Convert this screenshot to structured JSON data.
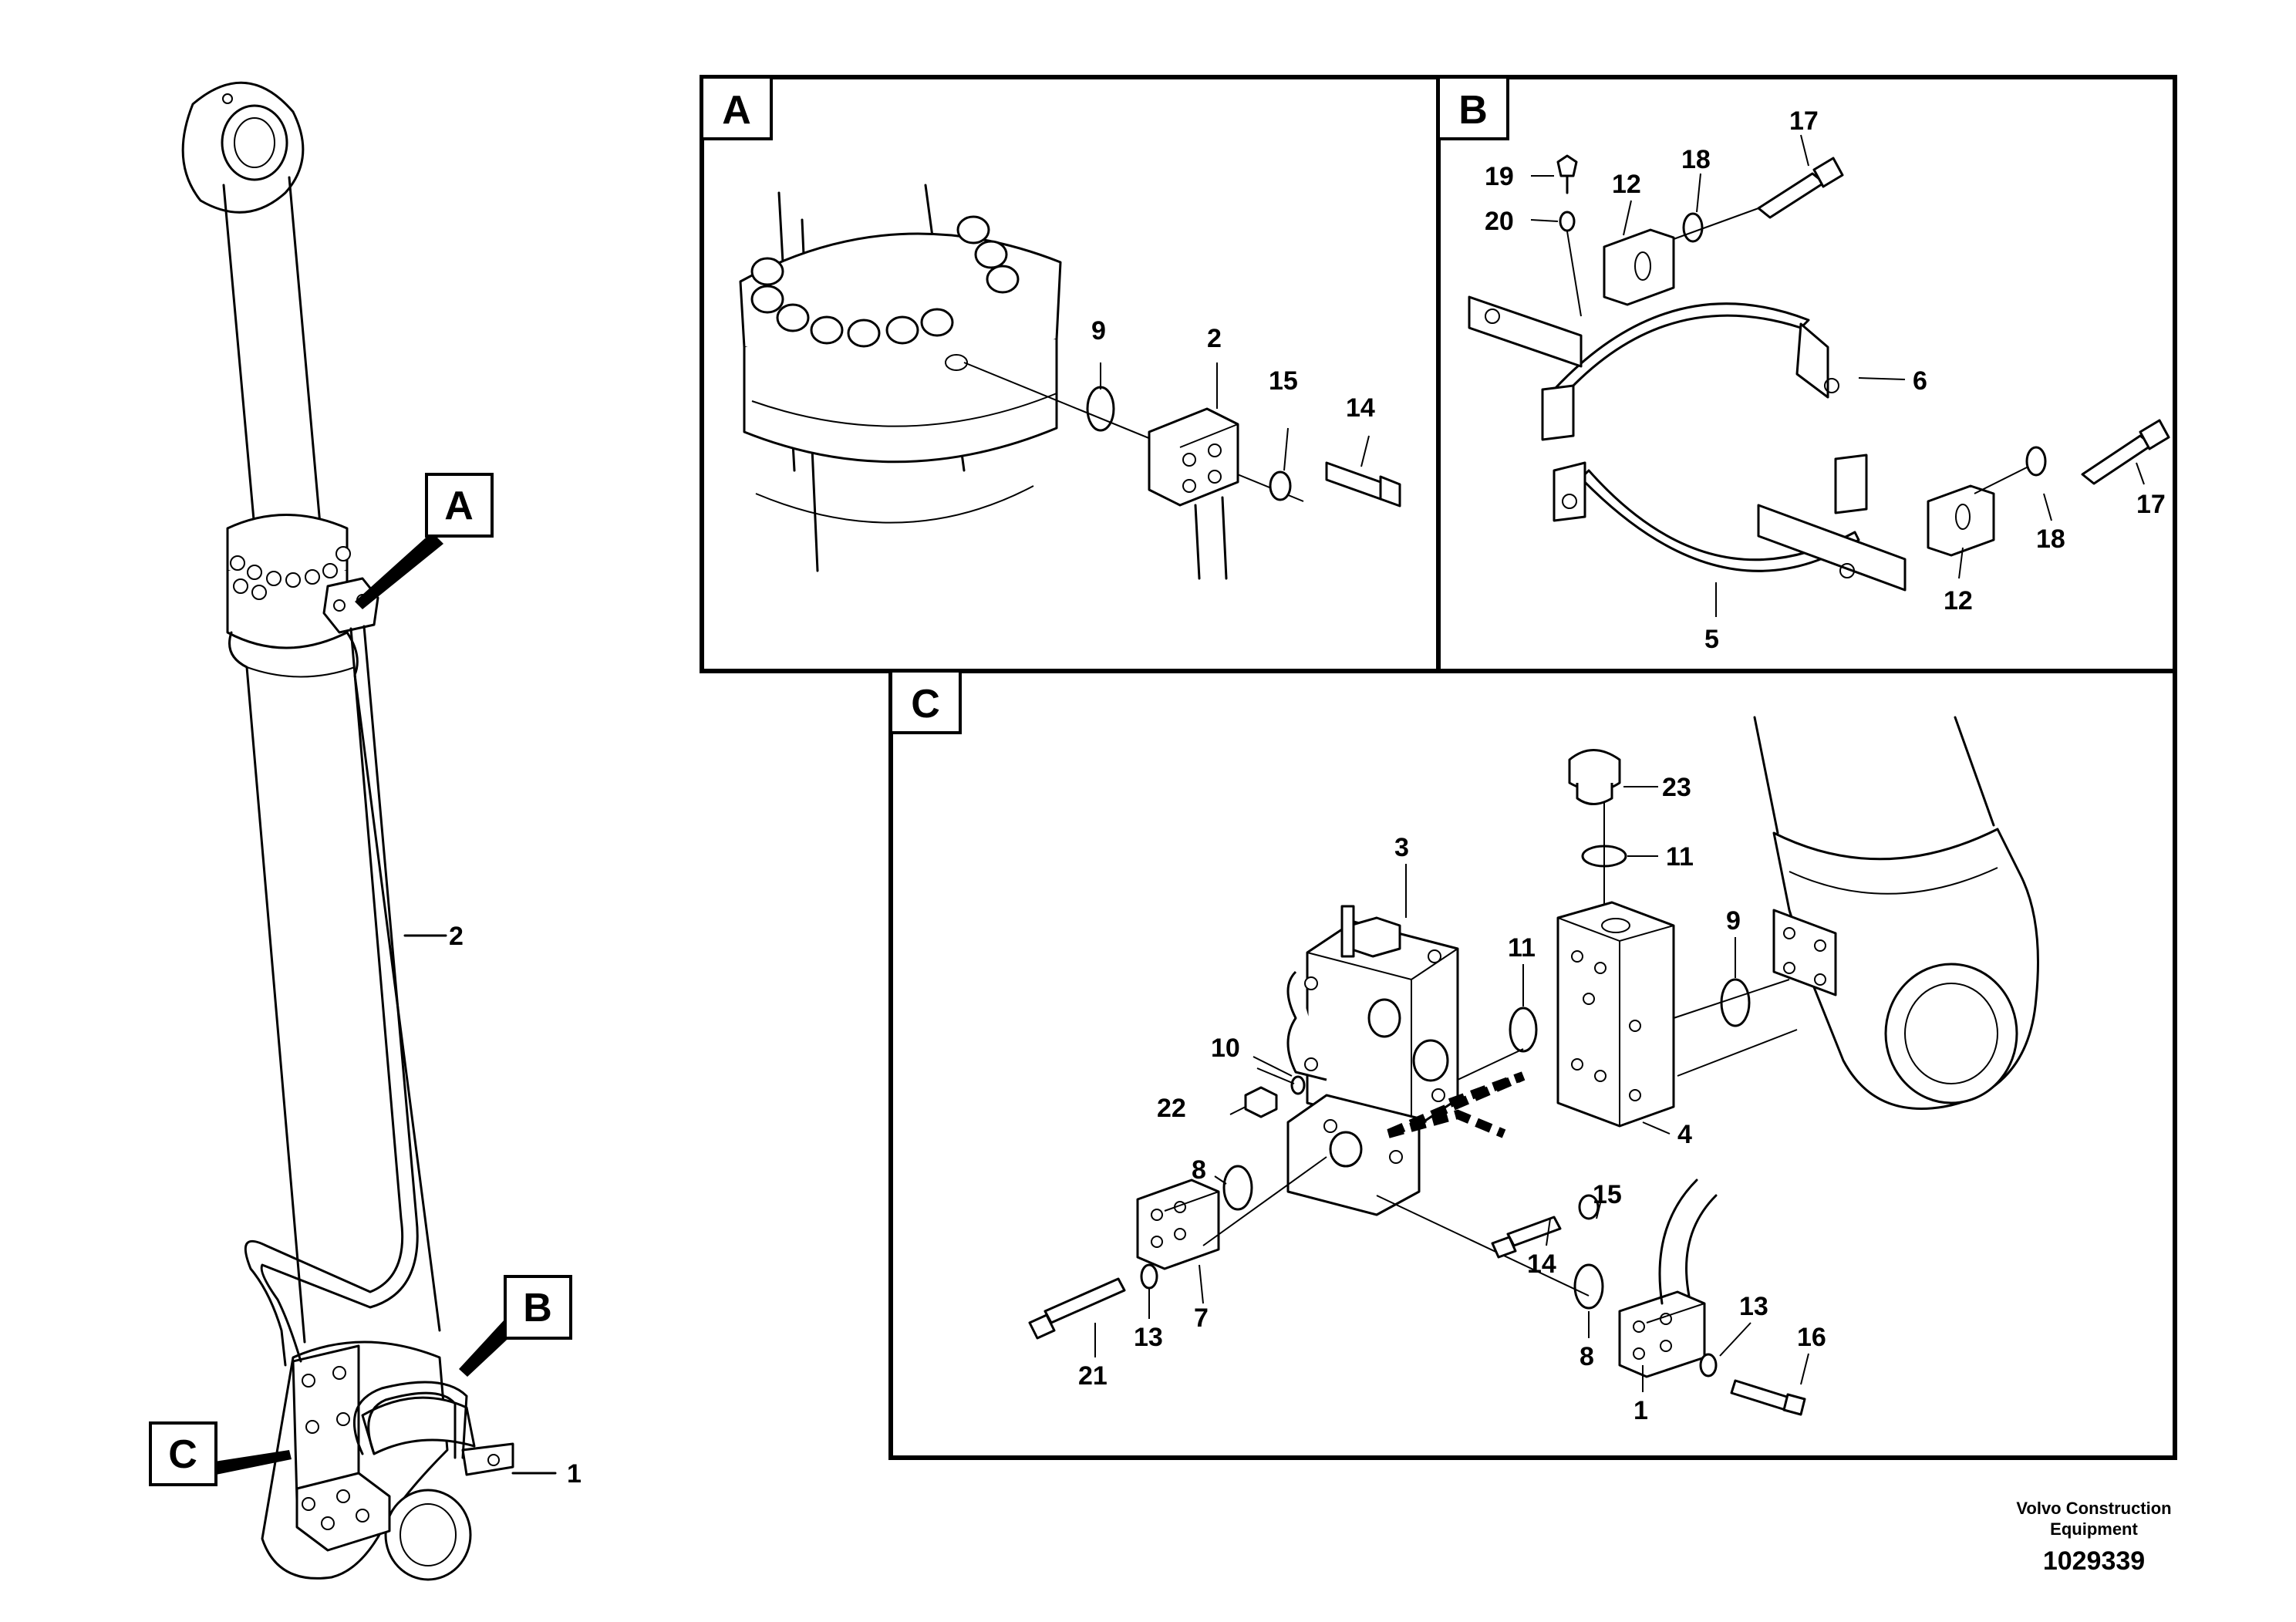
{
  "detail_markers": {
    "a": "A",
    "b": "B",
    "c": "C"
  },
  "overview_labels": {
    "pipe": "2",
    "block": "1"
  },
  "panel_a": {
    "title": "A",
    "labels": [
      "9",
      "2",
      "15",
      "14"
    ]
  },
  "panel_b": {
    "title": "B",
    "labels": [
      "17",
      "19",
      "18",
      "12",
      "20",
      "6",
      "17",
      "18",
      "12",
      "5"
    ]
  },
  "panel_c": {
    "title": "C",
    "labels": [
      "23",
      "3",
      "11",
      "11",
      "9",
      "10",
      "22",
      "4",
      "8",
      "14",
      "15",
      "7",
      "13",
      "8",
      "16",
      "21",
      "13",
      "1"
    ]
  },
  "footer": {
    "line1": "Volvo Construction",
    "line2": "Equipment",
    "id": "1029339"
  }
}
